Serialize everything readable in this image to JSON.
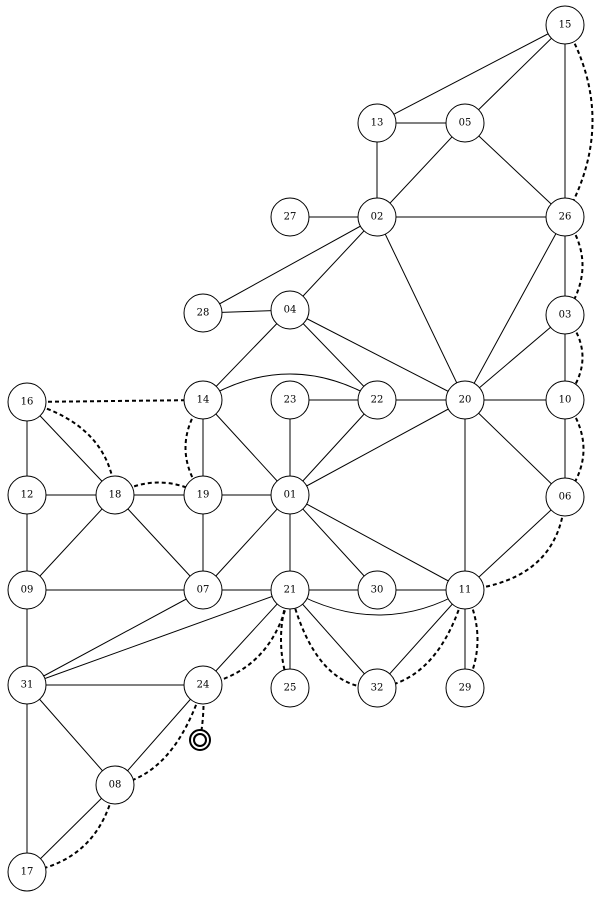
{
  "graph": {
    "nodes": [
      {
        "id": "15",
        "label": "15"
      },
      {
        "id": "13",
        "label": "13"
      },
      {
        "id": "05",
        "label": "05"
      },
      {
        "id": "27",
        "label": "27"
      },
      {
        "id": "02",
        "label": "02"
      },
      {
        "id": "26",
        "label": "26"
      },
      {
        "id": "28",
        "label": "28"
      },
      {
        "id": "04",
        "label": "04"
      },
      {
        "id": "03",
        "label": "03"
      },
      {
        "id": "16",
        "label": "16"
      },
      {
        "id": "14",
        "label": "14"
      },
      {
        "id": "23",
        "label": "23"
      },
      {
        "id": "22",
        "label": "22"
      },
      {
        "id": "20",
        "label": "20"
      },
      {
        "id": "10",
        "label": "10"
      },
      {
        "id": "12",
        "label": "12"
      },
      {
        "id": "18",
        "label": "18"
      },
      {
        "id": "19",
        "label": "19"
      },
      {
        "id": "01",
        "label": "01"
      },
      {
        "id": "06",
        "label": "06"
      },
      {
        "id": "09",
        "label": "09"
      },
      {
        "id": "07",
        "label": "07"
      },
      {
        "id": "21",
        "label": "21"
      },
      {
        "id": "30",
        "label": "30"
      },
      {
        "id": "11",
        "label": "11"
      },
      {
        "id": "31",
        "label": "31"
      },
      {
        "id": "24",
        "label": "24"
      },
      {
        "id": "25",
        "label": "25"
      },
      {
        "id": "32",
        "label": "32"
      },
      {
        "id": "29",
        "label": "29"
      },
      {
        "id": "08",
        "label": "08"
      },
      {
        "id": "17",
        "label": "17"
      }
    ],
    "edges": [
      [
        "15",
        "13"
      ],
      [
        "15",
        "05"
      ],
      [
        "15",
        "26"
      ],
      [
        "13",
        "05"
      ],
      [
        "13",
        "02"
      ],
      [
        "05",
        "02"
      ],
      [
        "05",
        "26"
      ],
      [
        "27",
        "02"
      ],
      [
        "02",
        "26"
      ],
      [
        "02",
        "28"
      ],
      [
        "02",
        "04"
      ],
      [
        "02",
        "20"
      ],
      [
        "26",
        "20"
      ],
      [
        "26",
        "03"
      ],
      [
        "28",
        "04"
      ],
      [
        "04",
        "14"
      ],
      [
        "04",
        "22"
      ],
      [
        "04",
        "20"
      ],
      [
        "03",
        "20"
      ],
      [
        "03",
        "10"
      ],
      [
        "16",
        "12"
      ],
      [
        "16",
        "18"
      ],
      [
        "14",
        "19"
      ],
      [
        "14",
        "01"
      ],
      [
        "14",
        "22"
      ],
      [
        "23",
        "22"
      ],
      [
        "23",
        "01"
      ],
      [
        "22",
        "20"
      ],
      [
        "22",
        "01"
      ],
      [
        "20",
        "10"
      ],
      [
        "20",
        "01"
      ],
      [
        "20",
        "11"
      ],
      [
        "20",
        "06"
      ],
      [
        "10",
        "06"
      ],
      [
        "12",
        "18"
      ],
      [
        "12",
        "09"
      ],
      [
        "18",
        "19"
      ],
      [
        "18",
        "09"
      ],
      [
        "18",
        "07"
      ],
      [
        "19",
        "01"
      ],
      [
        "19",
        "07"
      ],
      [
        "01",
        "07"
      ],
      [
        "01",
        "21"
      ],
      [
        "01",
        "30"
      ],
      [
        "01",
        "11"
      ],
      [
        "06",
        "11"
      ],
      [
        "09",
        "07"
      ],
      [
        "09",
        "31"
      ],
      [
        "07",
        "21"
      ],
      [
        "07",
        "31"
      ],
      [
        "21",
        "30"
      ],
      [
        "21",
        "31"
      ],
      [
        "21",
        "24"
      ],
      [
        "21",
        "25"
      ],
      [
        "21",
        "32"
      ],
      [
        "21",
        "11"
      ],
      [
        "30",
        "11"
      ],
      [
        "11",
        "32"
      ],
      [
        "11",
        "29"
      ],
      [
        "31",
        "24"
      ],
      [
        "31",
        "08"
      ],
      [
        "31",
        "17"
      ],
      [
        "24",
        "08"
      ],
      [
        "08",
        "17"
      ]
    ],
    "dashed_path": [
      [
        "16",
        "14"
      ],
      [
        "16",
        "18"
      ],
      [
        "18",
        "19"
      ],
      [
        "19",
        "14"
      ],
      [
        "15",
        "26"
      ],
      [
        "26",
        "03"
      ],
      [
        "03",
        "10"
      ],
      [
        "10",
        "06"
      ],
      [
        "06",
        "11"
      ],
      [
        "11",
        "29"
      ],
      [
        "11",
        "32"
      ],
      [
        "32",
        "21"
      ],
      [
        "21",
        "25"
      ],
      [
        "21",
        "24"
      ],
      [
        "24",
        "08"
      ],
      [
        "08",
        "17"
      ],
      [
        "24",
        "start"
      ]
    ],
    "start_marker": "double-circle"
  }
}
